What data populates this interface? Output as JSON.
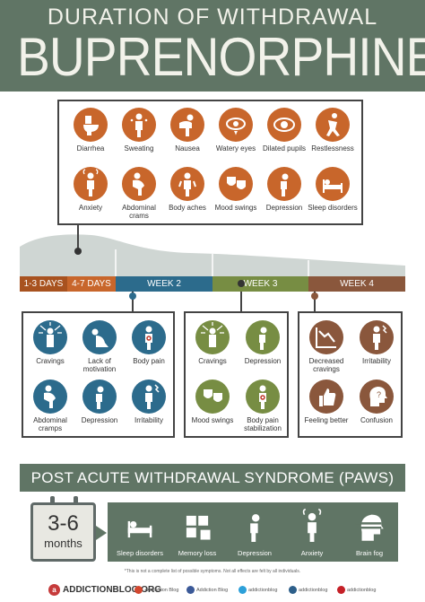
{
  "header": {
    "line1": "DURATION OF WITHDRAWAL",
    "line2": "BUPRENORPHINE"
  },
  "early_symptoms": [
    {
      "label": "Diarrhea",
      "icon": "toilet-icon"
    },
    {
      "label": "Sweating",
      "icon": "sweating-person-icon"
    },
    {
      "label": "Nausea",
      "icon": "nausea-icon"
    },
    {
      "label": "Watery eyes",
      "icon": "watery-eye-icon"
    },
    {
      "label": "Dilated pupils",
      "icon": "eye-icon"
    },
    {
      "label": "Restlessness",
      "icon": "restless-person-icon"
    },
    {
      "label": "Anxiety",
      "icon": "anxiety-icon"
    },
    {
      "label": "Abdominal crams",
      "icon": "abdominal-pain-icon"
    },
    {
      "label": "Body aches",
      "icon": "body-ache-icon"
    },
    {
      "label": "Mood swings",
      "icon": "masks-icon"
    },
    {
      "label": "Depression",
      "icon": "depressed-person-icon"
    },
    {
      "label": "Sleep disorders",
      "icon": "bed-icon"
    }
  ],
  "timeline": {
    "d13": "1-3 DAYS",
    "d47": "4-7 DAYS",
    "w2": "WEEK 2",
    "w3": "WEEK 3",
    "w4": "WEEK 4"
  },
  "week2": [
    {
      "label": "Cravings",
      "icon": "cravings-icon"
    },
    {
      "label": "Lack of motivation",
      "icon": "kneeling-person-icon"
    },
    {
      "label": "Body pain",
      "icon": "body-pain-icon"
    },
    {
      "label": "Abdominal cramps",
      "icon": "abdominal-pain-icon"
    },
    {
      "label": "Depression",
      "icon": "depressed-person-icon"
    },
    {
      "label": "Irritability",
      "icon": "irritability-icon"
    }
  ],
  "week3": [
    {
      "label": "Cravings",
      "icon": "cravings-icon"
    },
    {
      "label": "Depression",
      "icon": "depressed-person-icon"
    },
    {
      "label": "Mood swings",
      "icon": "masks-icon"
    },
    {
      "label": "Body pain stabilization",
      "icon": "body-pain-icon"
    }
  ],
  "week4": [
    {
      "label": "Decreased cravings",
      "icon": "decreasing-chart-icon"
    },
    {
      "label": "Irritability",
      "icon": "irritability-icon"
    },
    {
      "label": "Feeling better",
      "icon": "thumbs-up-icon"
    },
    {
      "label": "Confusion",
      "icon": "confused-head-icon"
    }
  ],
  "paws": {
    "title": "POST ACUTE WITHDRAWAL SYNDROME (PAWS)",
    "months_num": "3-6",
    "months_unit": "months",
    "items": [
      {
        "label": "Sleep disorders",
        "icon": "bed-icon"
      },
      {
        "label": "Memory loss",
        "icon": "puzzle-icon"
      },
      {
        "label": "Depression",
        "icon": "depressed-person-icon"
      },
      {
        "label": "Anxiety",
        "icon": "anxiety-icon"
      },
      {
        "label": "Brain fog",
        "icon": "foggy-head-icon"
      }
    ]
  },
  "footer": {
    "note": "*This is not a complete list of possible symptoms. Not all effects are felt by all individuals.",
    "brand": "ADDICTIONBLOG.ORG",
    "logo_letter": "a",
    "social": [
      {
        "label": "+Addiction Blog",
        "color": "#d2472f"
      },
      {
        "label": "Addiction Blog",
        "color": "#3b5998"
      },
      {
        "label": "addictionblog",
        "color": "#2da0d9"
      },
      {
        "label": "addictionblog",
        "color": "#2d5f8a"
      },
      {
        "label": "addictionblog",
        "color": "#c52027"
      }
    ]
  },
  "colors": {
    "header_bg": "#607565",
    "orange": "#c8662b",
    "blue": "#2c6b8c",
    "green": "#778d43",
    "brown": "#8a573c"
  }
}
